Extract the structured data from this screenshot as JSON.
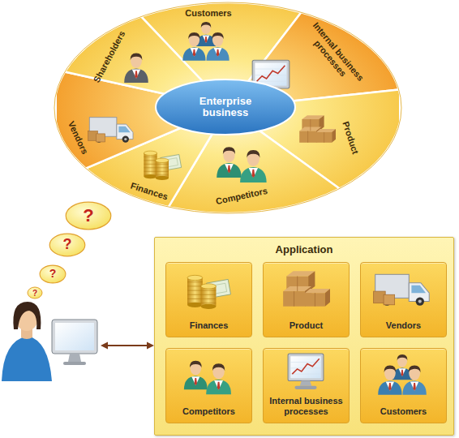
{
  "diagram": {
    "nodes": [
      {
        "text": [
          "Customers"
        ]
      },
      {
        "text": [
          "Internal business processes"
        ]
      },
      {
        "text": [
          "Product"
        ]
      },
      {
        "text": [
          "Competitors"
        ]
      },
      {
        "text": [
          "Finances"
        ]
      },
      {
        "text": [
          "Vendors"
        ]
      },
      {
        "text": [
          "Shareholders"
        ]
      },
      {
        "text": [
          "Enterprise business"
        ]
      },
      {
        "text": [
          "?"
        ]
      },
      {
        "text": [
          "?"
        ]
      },
      {
        "text": [
          "?"
        ]
      },
      {
        "text": [
          "?"
        ]
      },
      {
        "text": [
          "Application"
        ]
      },
      {
        "text": [
          "Finances"
        ],
        "in": 12
      },
      {
        "text": [
          "Product"
        ],
        "in": 12
      },
      {
        "text": [
          "Vendors"
        ],
        "in": 12
      },
      {
        "text": [
          "Competitors"
        ],
        "in": 12
      },
      {
        "text": [
          "Internal business processes"
        ],
        "in": 12
      },
      {
        "text": [
          "Customers"
        ],
        "in": 12
      }
    ]
  }
}
